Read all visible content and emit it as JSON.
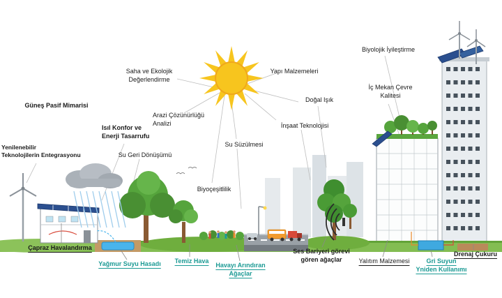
{
  "labels": {
    "gunes_pasif_mimarisi": "Güneş Pasif Mimarisi",
    "saha_ekolojik": "Saha ve Ekolojik\nDeğerlendirme",
    "yapi_malzemeleri": "Yapı Malzemeleri",
    "biyolojik_iyilestirme": "Biyolojik İyileştirme",
    "ic_mekan_cevre": "İç Mekan Çevre\nKalitesi",
    "dogal_isik": "Doğal Işık",
    "insaat_teknolojisi": "İnşaat Teknolojisi",
    "arazi_cozunurlugu": "Arazi Çözünürlüğü\nAnalizi",
    "isil_konfor": "Isıl Konfor ve\nEnerji Tasarrufu",
    "su_geri_donusumu": "Su Geri Dönüşümü",
    "su_suzulmesi": "Su Süzülmesi",
    "yenilenebilir": "Yenilenebilir\nTeknolojilerin Entegrasyonu",
    "biyocesitlilik": "Biyoçeşitlilik",
    "capraz_havalandirma": "Çapraz Havalandırma",
    "yagmur_suyu_hasadi": "Yağmur Suyu Hasadı",
    "temiz_hava": "Temiz Hava",
    "havayi_arindiran": "Havayı Arındıran\nAğaçlar",
    "ses_bariyeri": "Ses Bariyeri görevi\ngören ağaçlar",
    "yalitim_malzemesi": "Yalıtım Malzemesi",
    "gri_suyun": "Gri Suyun\nYniden Kullanımı",
    "drenaj_cukuru": "Drenaj Çukuru"
  },
  "colors": {
    "teal_label": "#1b9a94",
    "sun": "#f7c51e",
    "solar_panel": "#2b4f8f",
    "tree_green": "#55a43c",
    "water_blue": "#49b4ec",
    "text_dark": "#1a1a1a"
  }
}
